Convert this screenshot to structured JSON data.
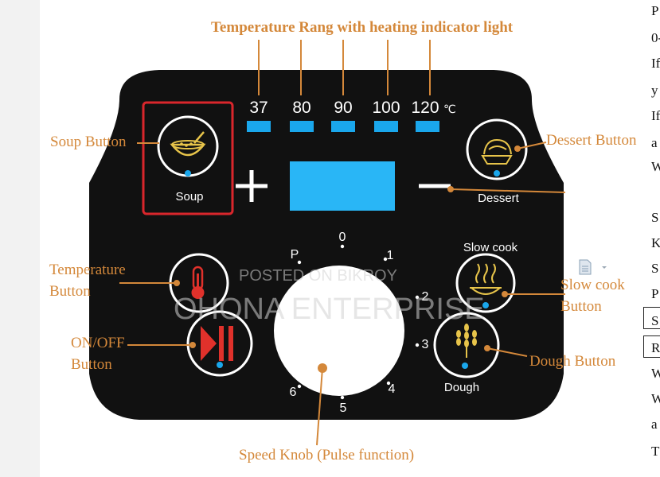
{
  "annotations": {
    "temperature_range": "Temperature Rang with heating indicator light",
    "soup_button": "Soup Button",
    "dessert_button": "Dessert Button",
    "temperature_button_l1": "Temperature",
    "temperature_button_l2": "Button",
    "onoff_button_l1": "ON/OFF",
    "onoff_button_l2": "Button",
    "slow_cook_button_l1": "Slow cook",
    "slow_cook_button_l2": "Button",
    "dough_button": "Dough Button",
    "speed_knob": "Speed Knob (Pulse function)"
  },
  "panel": {
    "temps": [
      "37",
      "80",
      "90",
      "100",
      "120"
    ],
    "temp_unit": "℃",
    "soup_label": "Soup",
    "dessert_label": "Dessert",
    "slow_cook_label": "Slow cook",
    "dough_label": "Dough",
    "plus": "+",
    "knob_marks": [
      "P",
      "0",
      "1",
      "2",
      "3",
      "4",
      "5",
      "6"
    ],
    "colors": {
      "panel_bg": "#111111",
      "indicator_blue": "#1aa7ec",
      "display_blue": "#29b6f6",
      "accent_orange": "#d4883a",
      "soup_highlight": "#d9262c",
      "icon_gold": "#e7c44a",
      "thermo_red": "#e0312b"
    }
  },
  "watermark": {
    "line1": "POSTED ON BIKROY",
    "line2": "OHONA ENTERPRISE"
  },
  "right_page_letters": [
    "P",
    "0-",
    "If",
    "y",
    "If",
    "a",
    "W",
    "S",
    "K",
    "S",
    "P",
    "S",
    "R",
    "W",
    "W",
    "a",
    "T"
  ]
}
